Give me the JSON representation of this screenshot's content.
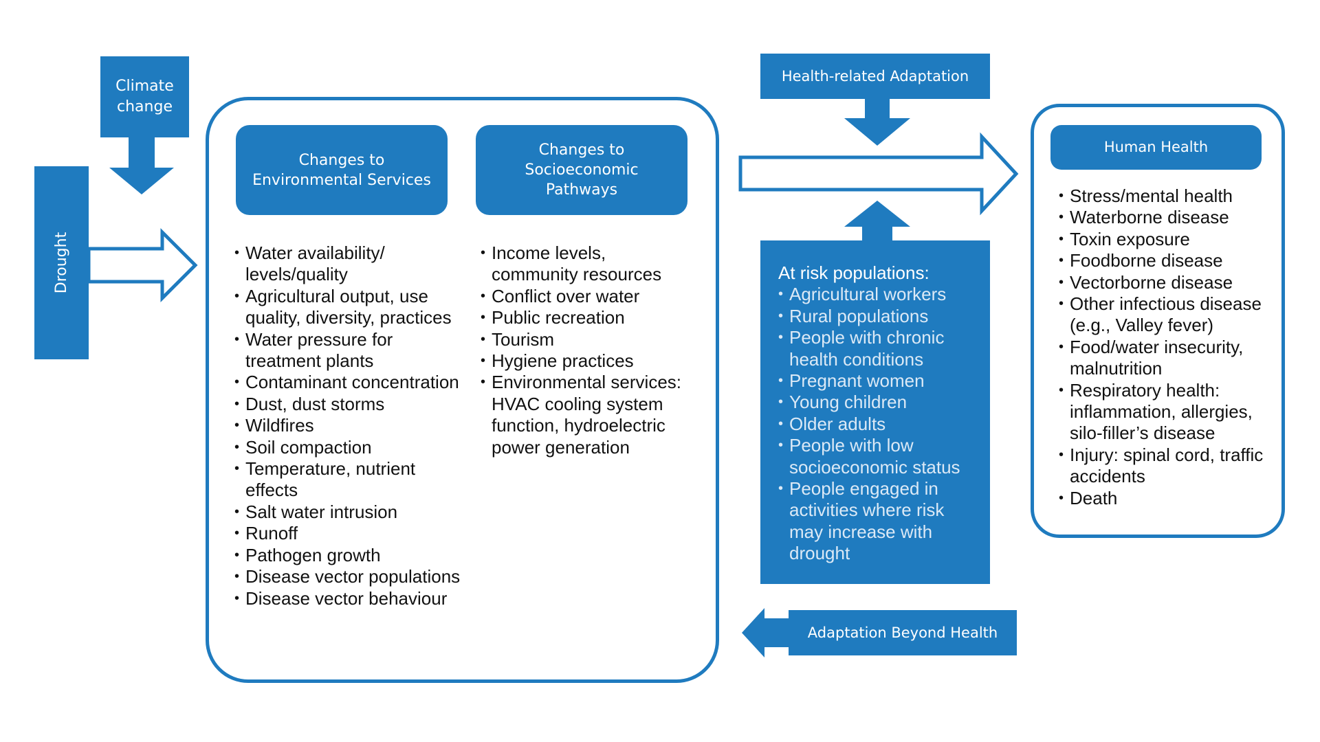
{
  "drivers": {
    "climate_change": "Climate change",
    "drought": "Drought"
  },
  "adaptation": {
    "health_related": "Health-related Adaptation",
    "beyond_health": "Adaptation Beyond Health"
  },
  "environmental_services": {
    "title": "Changes to Environmental Services",
    "items": [
      "Water availability/ levels/quality",
      "Agricultural output, use quality, diversity, practices",
      "Water pressure for treatment plants",
      "Contaminant concentration",
      "Dust, dust storms",
      "Wildfires",
      "Soil compaction",
      "Temperature, nutrient effects",
      "Salt water intrusion",
      "Runoff",
      "Pathogen growth",
      "Disease vector populations",
      "Disease vector behaviour"
    ]
  },
  "socioeconomic_pathways": {
    "title": "Changes to Socioeconomic Pathways",
    "items": [
      "Income levels, community resources",
      "Conflict over water",
      "Public recreation",
      "Tourism",
      "Hygiene practices",
      "Environmental services: HVAC cooling system function, hydroelectric power generation"
    ]
  },
  "at_risk": {
    "heading": "At risk populations:",
    "items": [
      "Agricultural workers",
      "Rural populations",
      "People with chronic health conditions",
      "Pregnant women",
      "Young children",
      "Older adults",
      "People with low socioeconomic status",
      "People engaged in activities where risk may increase with drought"
    ]
  },
  "human_health": {
    "title": "Human Health",
    "items": [
      "Stress/mental health",
      "Waterborne disease",
      "Toxin exposure",
      "Foodborne disease",
      "Vectorborne disease",
      "Other infectious disease (e.g., Valley fever)",
      "Food/water insecurity, malnutrition",
      "Respiratory health: inflammation, allergies, silo-filler’s disease",
      "Injury: spinal cord, traffic accidents",
      "Death"
    ]
  },
  "colors": {
    "primary_blue": "#1f7bbf",
    "text": "#111111",
    "background": "#ffffff"
  }
}
